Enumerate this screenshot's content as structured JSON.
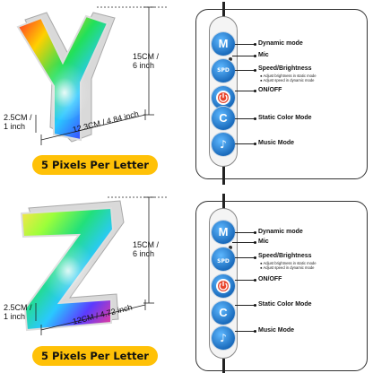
{
  "panels": [
    {
      "letter": "Y",
      "height_dim": "15CM /\n6 inch",
      "depth_dim": "2.5CM /\n1 inch",
      "width_dim": "12.3CM / 4.84 inch",
      "badge": "5 Pixels Per Letter"
    },
    {
      "letter": "Z",
      "height_dim": "15CM /\n6 inch",
      "depth_dim": "2.5CM /\n1 inch",
      "width_dim": "12CM / 4.72 inch",
      "badge": "5 Pixels Per Letter"
    }
  ],
  "remote": {
    "buttons": {
      "mode": "M",
      "speed": "SPD",
      "color": "C",
      "music": "♪"
    },
    "labels": {
      "dynamic_mode": "Dynamic mode",
      "mic": "Mic",
      "speed_brightness": "Speed/Brightness",
      "speed_note_1": "● Adjust brightness in static mode",
      "speed_note_2": "● Adjust speed in dynamic mode",
      "on_off": "ON/OFF",
      "static_color_mode": "Static Color Mode",
      "music_mode": "Music Mode"
    }
  },
  "colors": {
    "badge": "#ffc107",
    "button": "#1666b8",
    "power_accent": "#e8452c"
  }
}
